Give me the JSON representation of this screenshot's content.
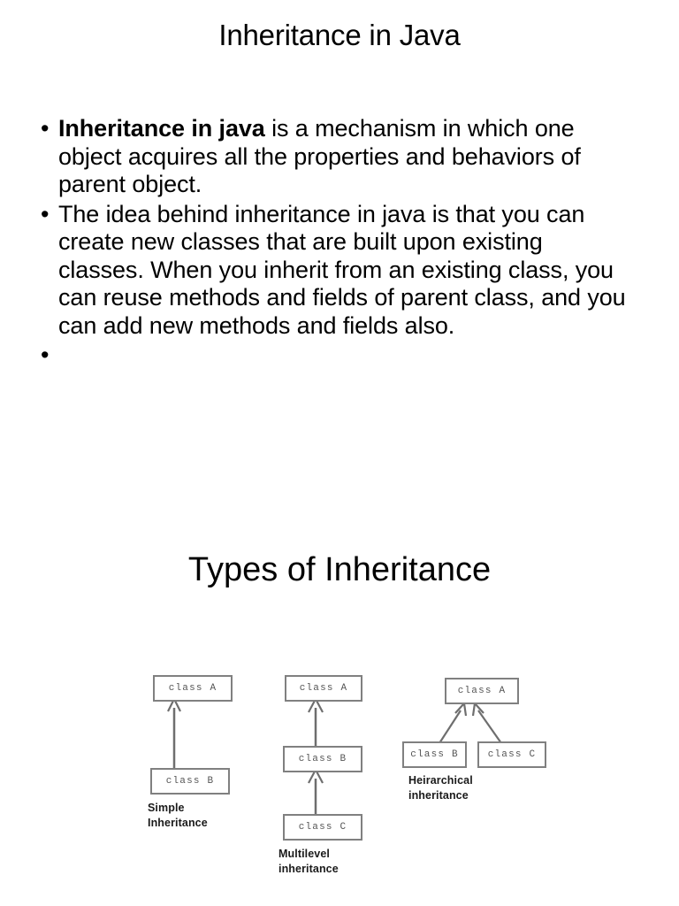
{
  "slide": {
    "title": "Inheritance in Java",
    "section_heading": "Types of Inheritance",
    "bullets": [
      {
        "marker": "•",
        "bold_lead": "Inheritance in java",
        "rest": " is a mechanism in which one object acquires all the properties and behaviors of parent object."
      },
      {
        "marker": "•",
        "bold_lead": "",
        "rest": "The idea behind inheritance in java is that you can create new classes that are built upon existing classes. When you inherit from an existing class, you can reuse methods and fields of parent class, and you can add new methods and fields also."
      },
      {
        "marker": "•",
        "bold_lead": "",
        "rest": ""
      }
    ]
  },
  "diagrams": [
    {
      "id": "simple",
      "caption": "Simple\nInheritance",
      "boxes": [
        {
          "label": "class A"
        },
        {
          "label": "class B"
        }
      ]
    },
    {
      "id": "multilevel",
      "caption": "Multilevel\ninheritance",
      "boxes": [
        {
          "label": "class A"
        },
        {
          "label": "class B"
        },
        {
          "label": "class C"
        }
      ]
    },
    {
      "id": "hierarchical",
      "caption": "Heirarchical\ninheritance",
      "boxes": [
        {
          "label": "class A"
        },
        {
          "label": "class B"
        },
        {
          "label": "class C"
        }
      ]
    }
  ],
  "colors": {
    "background": "#ffffff",
    "text": "#000000",
    "box_border": "#808080",
    "box_text": "#555555",
    "arrow": "#6e6e6e"
  }
}
